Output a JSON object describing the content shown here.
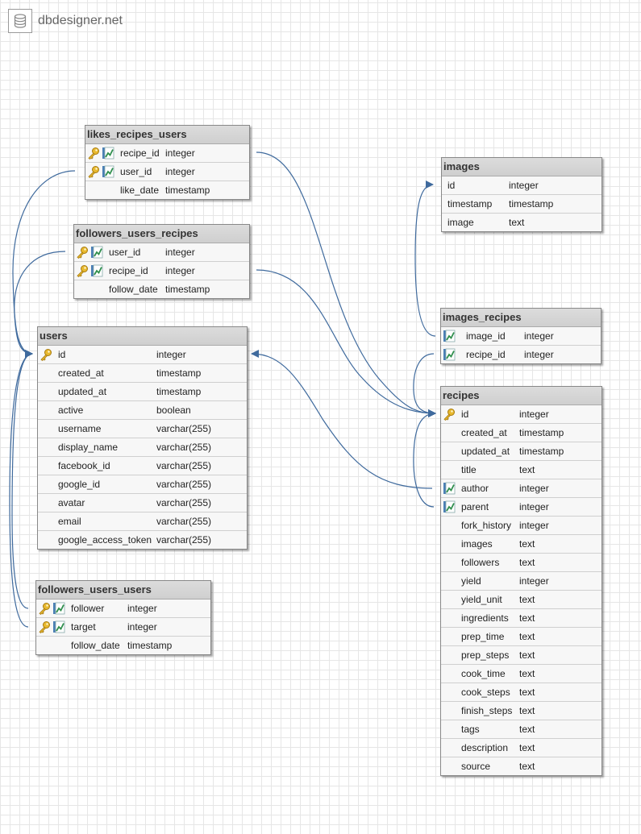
{
  "app": {
    "brand_label": "dbdesigner.net",
    "brand_icon": "database-icon",
    "colors": {
      "connector": "#3f6a9d",
      "key": "#e8b92f",
      "foreign_key": "#2f8f4c",
      "grid": "#e6e6e6"
    }
  },
  "tables": {
    "likes_recipes_users": {
      "title": "likes_recipes_users",
      "fields": [
        {
          "name": "recipe_id",
          "type": "integer",
          "icons": [
            "key",
            "fk"
          ]
        },
        {
          "name": "user_id",
          "type": "integer",
          "icons": [
            "key",
            "fk"
          ]
        },
        {
          "name": "like_date",
          "type": "timestamp",
          "icons": []
        }
      ]
    },
    "followers_users_recipes": {
      "title": "followers_users_recipes",
      "fields": [
        {
          "name": "user_id",
          "type": "integer",
          "icons": [
            "key",
            "fk"
          ]
        },
        {
          "name": "recipe_id",
          "type": "integer",
          "icons": [
            "key",
            "fk"
          ]
        },
        {
          "name": "follow_date",
          "type": "timestamp",
          "icons": []
        }
      ]
    },
    "users": {
      "title": "users",
      "fields": [
        {
          "name": "id",
          "type": "integer",
          "icons": [
            "key"
          ]
        },
        {
          "name": "created_at",
          "type": "timestamp",
          "icons": []
        },
        {
          "name": "updated_at",
          "type": "timestamp",
          "icons": []
        },
        {
          "name": "active",
          "type": "boolean",
          "icons": []
        },
        {
          "name": "username",
          "type": "varchar(255)",
          "icons": []
        },
        {
          "name": "display_name",
          "type": "varchar(255)",
          "icons": []
        },
        {
          "name": "facebook_id",
          "type": "varchar(255)",
          "icons": []
        },
        {
          "name": "google_id",
          "type": "varchar(255)",
          "icons": []
        },
        {
          "name": "avatar",
          "type": "varchar(255)",
          "icons": []
        },
        {
          "name": "email",
          "type": "varchar(255)",
          "icons": []
        },
        {
          "name": "google_access_token",
          "type": "varchar(255)",
          "icons": []
        }
      ]
    },
    "followers_users_users": {
      "title": "followers_users_users",
      "fields": [
        {
          "name": "follower",
          "type": "integer",
          "icons": [
            "key",
            "fk"
          ]
        },
        {
          "name": "target",
          "type": "integer",
          "icons": [
            "key",
            "fk"
          ]
        },
        {
          "name": "follow_date",
          "type": "timestamp",
          "icons": []
        }
      ]
    },
    "images": {
      "title": "images",
      "fields": [
        {
          "name": "id",
          "type": "integer",
          "icons": []
        },
        {
          "name": "timestamp",
          "type": "timestamp",
          "icons": []
        },
        {
          "name": "image",
          "type": "text",
          "icons": []
        }
      ]
    },
    "images_recipes": {
      "title": "images_recipes",
      "fields": [
        {
          "name": "image_id",
          "type": "integer",
          "icons": [
            "fk"
          ]
        },
        {
          "name": "recipe_id",
          "type": "integer",
          "icons": [
            "fk"
          ]
        }
      ]
    },
    "recipes": {
      "title": "recipes",
      "fields": [
        {
          "name": "id",
          "type": "integer",
          "icons": [
            "key"
          ]
        },
        {
          "name": "created_at",
          "type": "timestamp",
          "icons": []
        },
        {
          "name": "updated_at",
          "type": "timestamp",
          "icons": []
        },
        {
          "name": "title",
          "type": "text",
          "icons": []
        },
        {
          "name": "author",
          "type": "integer",
          "icons": [
            "fk"
          ]
        },
        {
          "name": "parent",
          "type": "integer",
          "icons": [
            "fk"
          ]
        },
        {
          "name": "fork_history",
          "type": "integer",
          "icons": []
        },
        {
          "name": "images",
          "type": "text",
          "icons": []
        },
        {
          "name": "followers",
          "type": "text",
          "icons": []
        },
        {
          "name": "yield",
          "type": "integer",
          "icons": []
        },
        {
          "name": "yield_unit",
          "type": "text",
          "icons": []
        },
        {
          "name": "ingredients",
          "type": "text",
          "icons": []
        },
        {
          "name": "prep_time",
          "type": "text",
          "icons": []
        },
        {
          "name": "prep_steps",
          "type": "text",
          "icons": []
        },
        {
          "name": "cook_time",
          "type": "text",
          "icons": []
        },
        {
          "name": "cook_steps",
          "type": "text",
          "icons": []
        },
        {
          "name": "finish_steps",
          "type": "text",
          "icons": []
        },
        {
          "name": "tags",
          "type": "text",
          "icons": []
        },
        {
          "name": "description",
          "type": "text",
          "icons": []
        },
        {
          "name": "source",
          "type": "text",
          "icons": []
        }
      ]
    }
  },
  "relations": [
    {
      "from": "likes_recipes_users.recipe_id",
      "to": "recipes.id"
    },
    {
      "from": "likes_recipes_users.user_id",
      "to": "users.id"
    },
    {
      "from": "followers_users_recipes.user_id",
      "to": "users.id"
    },
    {
      "from": "followers_users_recipes.recipe_id",
      "to": "recipes.id"
    },
    {
      "from": "followers_users_users.follower",
      "to": "users.id"
    },
    {
      "from": "followers_users_users.target",
      "to": "users.id"
    },
    {
      "from": "images_recipes.image_id",
      "to": "images.id"
    },
    {
      "from": "images_recipes.recipe_id",
      "to": "recipes.id"
    },
    {
      "from": "recipes.author",
      "to": "users.id"
    },
    {
      "from": "recipes.parent",
      "to": "recipes.id"
    }
  ]
}
